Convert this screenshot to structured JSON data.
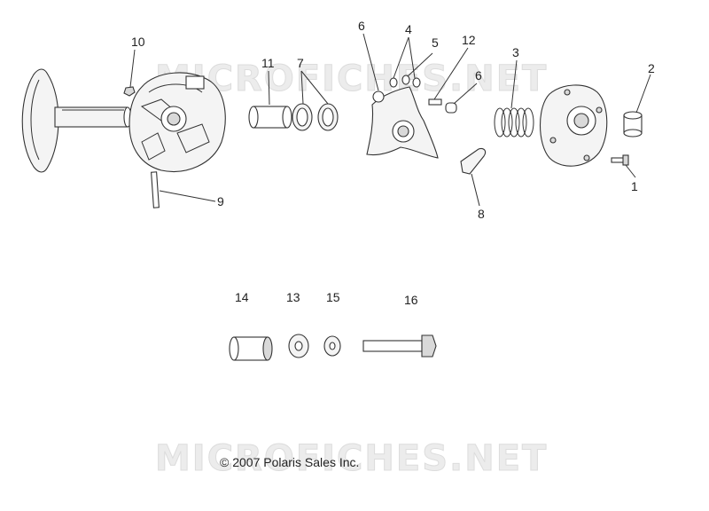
{
  "watermark": "MICROFICHES.NET",
  "copyright": "© 2007 Polaris Sales Inc.",
  "callouts": {
    "c1": "1",
    "c2": "2",
    "c3": "3",
    "c4": "4",
    "c5": "5",
    "c6a": "6",
    "c6b": "6",
    "c7": "7",
    "c8": "8",
    "c9": "9",
    "c10": "10",
    "c11": "11",
    "c12": "12",
    "c13": "13",
    "c14": "14",
    "c15": "15",
    "c16": "16"
  }
}
